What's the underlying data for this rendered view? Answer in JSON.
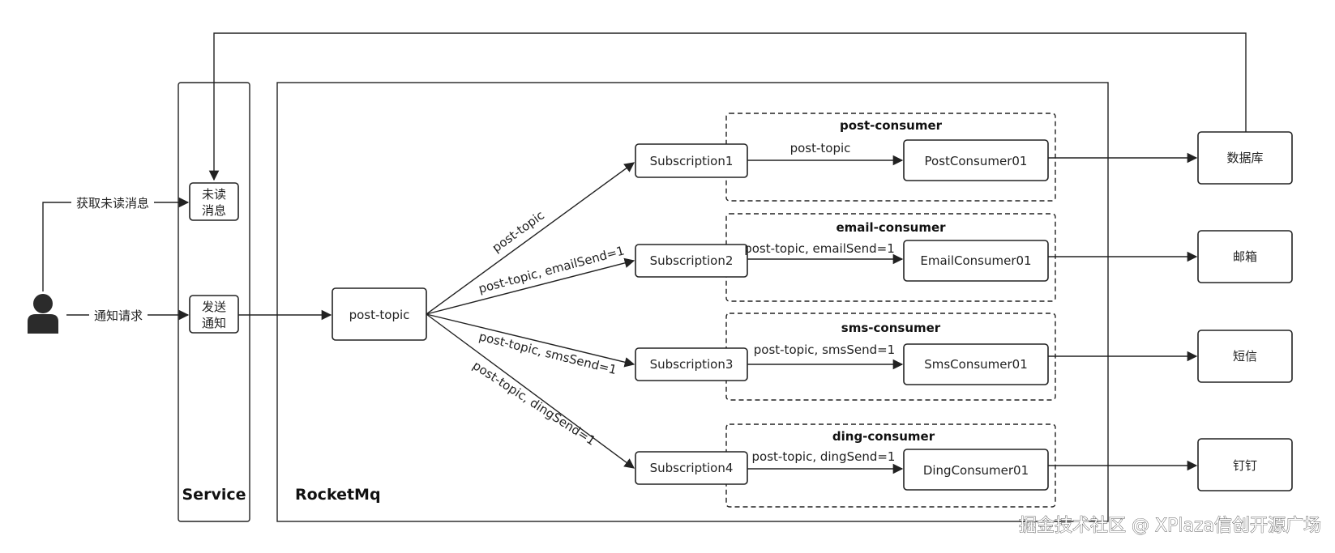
{
  "user_actions": {
    "fetch_unread": "获取未读消息",
    "notify_request": "通知请求"
  },
  "service": {
    "title": "Service",
    "unread_box": [
      "未读",
      "消息"
    ],
    "send_box": [
      "发送",
      "通知"
    ]
  },
  "rocketmq": {
    "title": "RocketMq",
    "topic": "post-topic",
    "edge_labels": [
      "post-topic",
      "post-topic, emailSend=1",
      "post-topic, smsSend=1",
      "post-topic, dingSend=1"
    ],
    "subscriptions": [
      "Subscription1",
      "Subscription2",
      "Subscription3",
      "Subscription4"
    ],
    "consumer_groups": [
      {
        "name": "post-consumer",
        "consumer": "PostConsumer01",
        "filter": "post-topic"
      },
      {
        "name": "email-consumer",
        "consumer": "EmailConsumer01",
        "filter": "post-topic, emailSend=1"
      },
      {
        "name": "sms-consumer",
        "consumer": "SmsConsumer01",
        "filter": "post-topic, smsSend=1"
      },
      {
        "name": "ding-consumer",
        "consumer": "DingConsumer01",
        "filter": "post-topic, dingSend=1"
      }
    ]
  },
  "targets": [
    "数据库",
    "邮箱",
    "短信",
    "钉钉"
  ],
  "watermark": "掘金技术社区 @ XPlaza信创开源广场"
}
